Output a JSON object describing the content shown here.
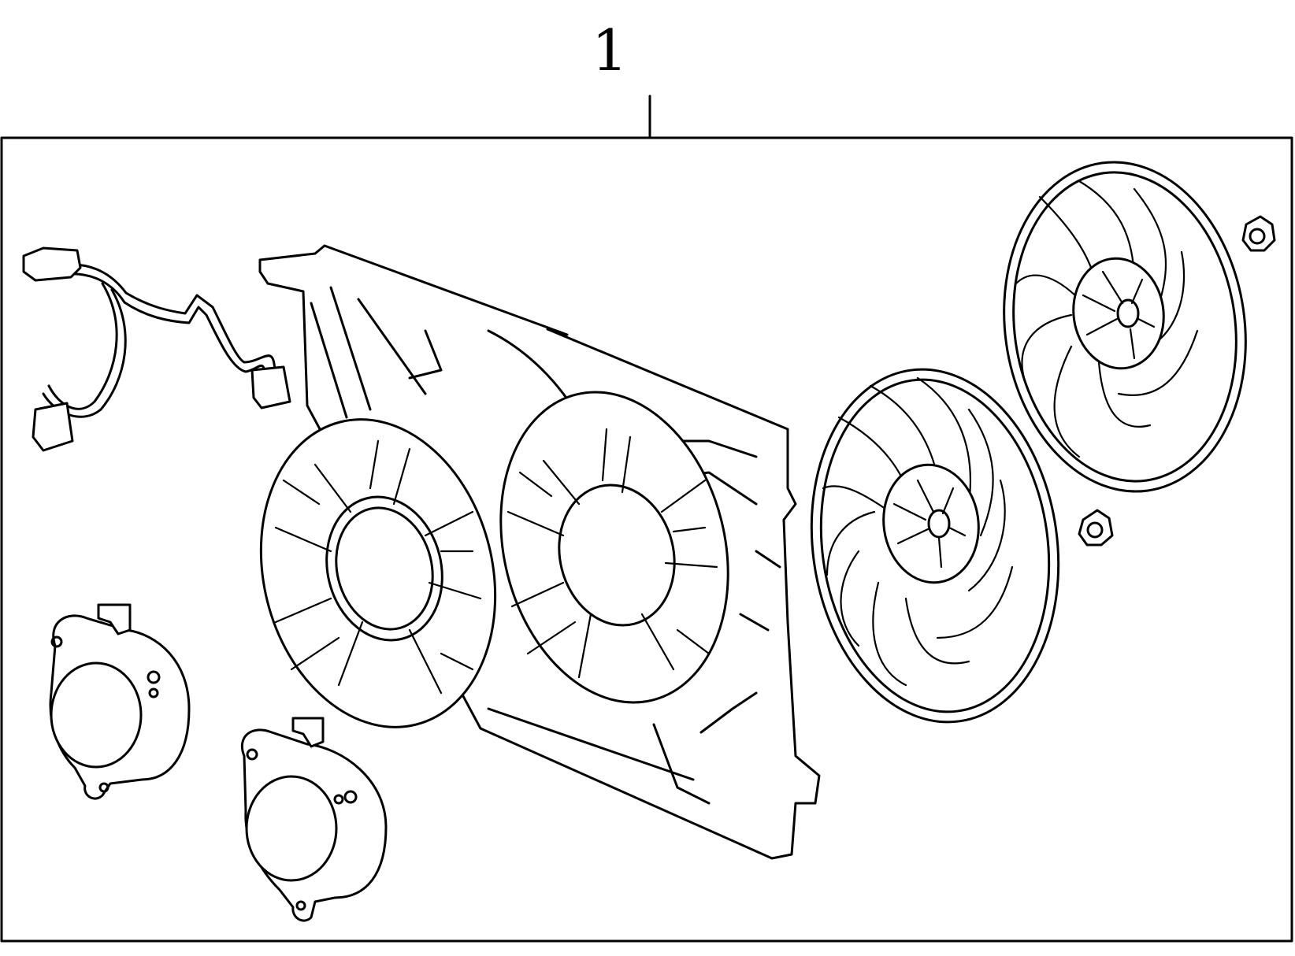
{
  "diagram": {
    "callouts": [
      {
        "label": "1"
      }
    ],
    "parts": [
      "assembly-frame",
      "wiring-harness",
      "fan-shroud",
      "fan-motor-left",
      "fan-motor-right",
      "fan-blade-front",
      "fan-blade-rear",
      "nut-upper",
      "nut-lower"
    ],
    "colors": {
      "line": "#000000",
      "background": "#ffffff"
    }
  }
}
